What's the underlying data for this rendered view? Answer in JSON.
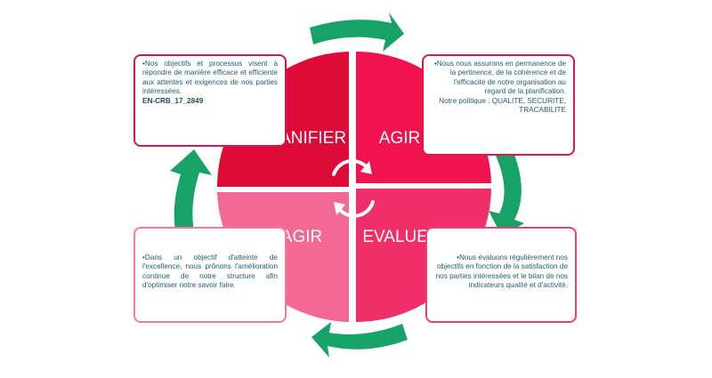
{
  "colors": {
    "quadrant_planifier": "#de0b39",
    "quadrant_agir_top": "#f0134f",
    "quadrant_agir_bottom": "#f46896",
    "quadrant_evaluer": "#f02e6a",
    "arrow_green": "#17a267",
    "quadrant_text": "#ffffff",
    "note_text": "#1f5b73"
  },
  "quadrants": {
    "top_left": {
      "label": "PLANIFIER"
    },
    "top_right": {
      "label": "AGIR"
    },
    "bottom_left": {
      "label": "AGIR"
    },
    "bottom_right": {
      "label": "EVALUER"
    }
  },
  "notes": {
    "top_left": {
      "text": "•Nos objectifs et processus visent à répondre de manière efficace et efficiente aux attentes et exigences de nos parties intéressées.",
      "ref": "EN-CRB_17_2849"
    },
    "top_right": {
      "text": "•Nous nous assurons en permanence de la pertinence, de la cohérence et de l'efficacité de notre organisation au regard de la planification.",
      "policy": "Notre politique : QUALITE, SECURITE, TRACABILITE"
    },
    "bottom_left": {
      "text": "•Dans un objectif d'atteinte de l'excellence, nous prônons l'amélioration continue de notre structure afin d'optimiser notre savoir faire."
    },
    "bottom_right": {
      "text": "•Nous évaluons régulièrement nos objectifs en fonction de la satisfaction de nos parties intéressées et le bilan de nos indicateurs qualité et d'activité."
    }
  },
  "icons": {
    "outer_arrows": "curved-arrow-icon",
    "center": "cycle-arrows-icon"
  }
}
